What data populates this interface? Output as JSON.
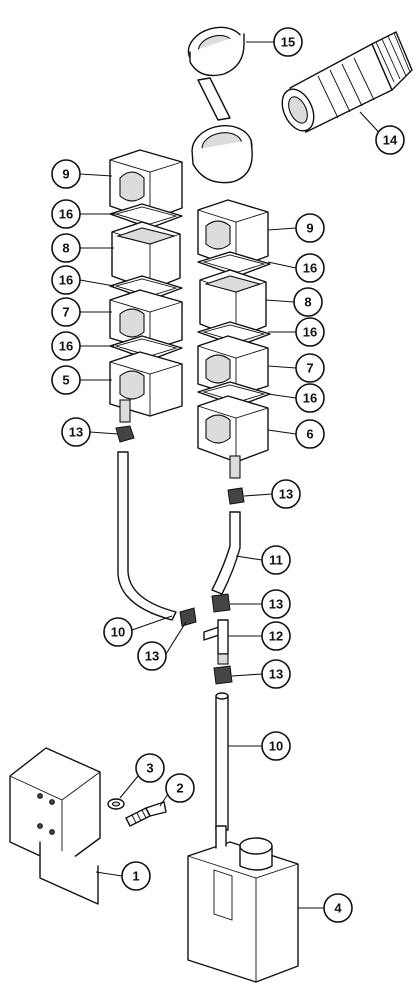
{
  "callouts": [
    {
      "id": "c15",
      "label": "15"
    },
    {
      "id": "c14",
      "label": "14"
    },
    {
      "id": "c9a",
      "label": "9"
    },
    {
      "id": "c16a",
      "label": "16"
    },
    {
      "id": "c8a",
      "label": "8"
    },
    {
      "id": "c16b",
      "label": "16"
    },
    {
      "id": "c7a",
      "label": "7"
    },
    {
      "id": "c16c",
      "label": "16"
    },
    {
      "id": "c5",
      "label": "5"
    },
    {
      "id": "c13a",
      "label": "13"
    },
    {
      "id": "c9b",
      "label": "9"
    },
    {
      "id": "c16d",
      "label": "16"
    },
    {
      "id": "c8b",
      "label": "8"
    },
    {
      "id": "c16e",
      "label": "16"
    },
    {
      "id": "c7b",
      "label": "7"
    },
    {
      "id": "c16f",
      "label": "16"
    },
    {
      "id": "c6",
      "label": "6"
    },
    {
      "id": "c13b",
      "label": "13"
    },
    {
      "id": "c11",
      "label": "11"
    },
    {
      "id": "c13c",
      "label": "13"
    },
    {
      "id": "c10a",
      "label": "10"
    },
    {
      "id": "c13d",
      "label": "13"
    },
    {
      "id": "c12",
      "label": "12"
    },
    {
      "id": "c13e",
      "label": "13"
    },
    {
      "id": "c10b",
      "label": "10"
    },
    {
      "id": "c3",
      "label": "3"
    },
    {
      "id": "c2",
      "label": "2"
    },
    {
      "id": "c1",
      "label": "1"
    },
    {
      "id": "c4",
      "label": "4"
    }
  ]
}
